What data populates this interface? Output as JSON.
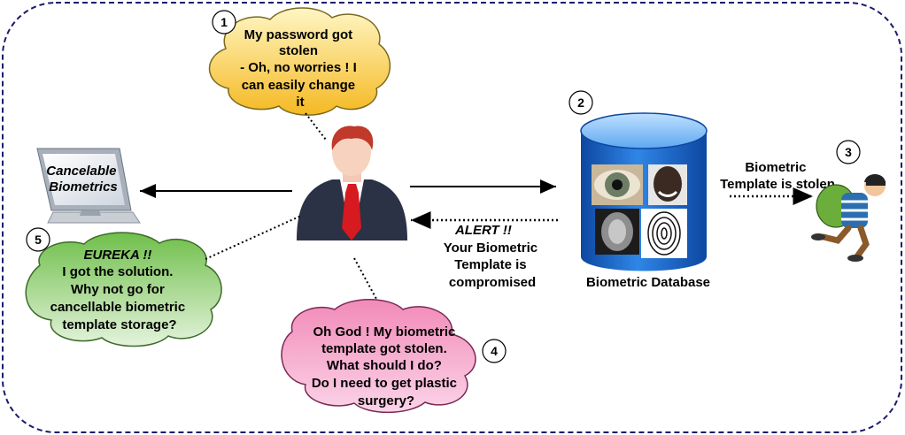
{
  "cloud1": {
    "number": "1",
    "lines": [
      "My password got",
      "stolen",
      "- Oh, no worries ! I",
      "can easily change",
      "it"
    ]
  },
  "database": {
    "number": "2",
    "label": "Biometric Database"
  },
  "thief": {
    "number": "3",
    "lines": [
      "Biometric",
      "Template is stolen"
    ]
  },
  "cloud4": {
    "number": "4",
    "lines": [
      "Oh God ! My biometric",
      "template got stolen.",
      "What should I do?",
      "Do I need to get plastic",
      "surgery?"
    ]
  },
  "cloud5": {
    "number": "5",
    "title": "EUREKA !!",
    "lines": [
      "I got the solution.",
      "Why not go for",
      "cancellable biometric",
      "template storage?"
    ]
  },
  "computer": {
    "lines": [
      "Cancelable",
      "Biometrics"
    ]
  },
  "alert": {
    "title": "ALERT !!",
    "lines": [
      "Your Biometric",
      "Template is",
      "compromised"
    ]
  },
  "colors": {
    "border": "#1a1a6e",
    "cloud1": "#f7c948",
    "cloud4": "#e86fb0",
    "cloud5": "#7cc35e",
    "db_body": "#1565c0",
    "suit": "#2b3245",
    "tie": "#d71920",
    "hair": "#c0392b"
  }
}
